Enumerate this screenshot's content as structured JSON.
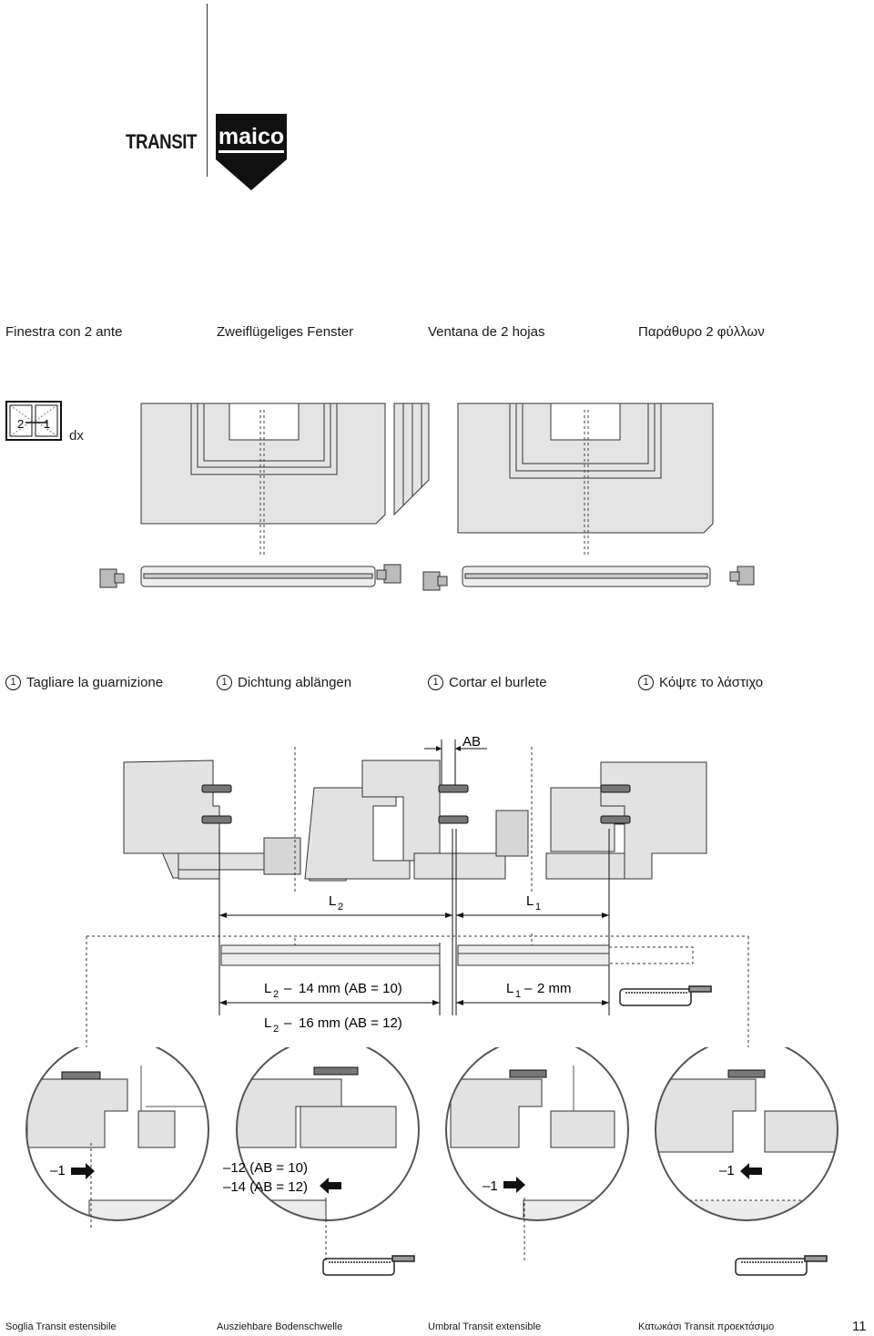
{
  "header": {
    "brand": "TRANSIT",
    "logo_text": "maico"
  },
  "titles": {
    "it": "Finestra con 2 ante",
    "de": "Zweiflügeliges Fenster",
    "es": "Ventana de 2 hojas",
    "el": "Παράθυρο 2 φύλλων"
  },
  "window_icon": {
    "left_number": "2",
    "right_number": "1",
    "side_label": "dx"
  },
  "steps": {
    "number": "1",
    "it": "Tagliare la guarnizione",
    "de": "Dichtung ablängen",
    "es": "Cortar el burlete",
    "el": "Κόψτε το λάστιχο"
  },
  "dimensions": {
    "ab": "AB",
    "l2_main": "L",
    "l2_sub": "2",
    "l1_main": "L",
    "l1_sub": "1",
    "cut_l2_a_rest": "14 mm (AB = 10)",
    "cut_l2_b_rest": "16 mm (AB = 12)",
    "cut_l1_rest": "2 mm",
    "minus": "–"
  },
  "details": {
    "d1": "–1",
    "d2_line1": "–12 (AB = 10)",
    "d2_line2": "–14 (AB = 12)",
    "d3": "–1",
    "d4": "–1"
  },
  "footer": {
    "it": "Soglia Transit estensibile",
    "de": "Ausziehbare Bodenschwelle",
    "es": "Umbral Transit extensible",
    "el": "Κατωκάσι Transit προεκτάσιμο",
    "page_number": "11"
  }
}
